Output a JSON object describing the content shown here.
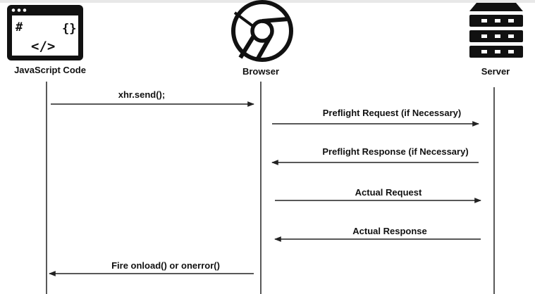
{
  "actors": {
    "js": {
      "label": "JavaScript Code",
      "icon": "code-window-icon"
    },
    "browser": {
      "label": "Browser",
      "icon": "chrome-browser-icon"
    },
    "server": {
      "label": "Server",
      "icon": "server-rack-icon"
    }
  },
  "icon_text": {
    "hash": "#",
    "braces": "{}",
    "tag": "</>"
  },
  "messages": [
    {
      "label": "xhr.send();",
      "from": "js",
      "to": "browser"
    },
    {
      "label": "Preflight Request (if Necessary)",
      "from": "browser",
      "to": "server"
    },
    {
      "label": "Preflight Response (if Necessary)",
      "from": "server",
      "to": "browser"
    },
    {
      "label": "Actual Request",
      "from": "browser",
      "to": "server"
    },
    {
      "label": "Actual Response",
      "from": "server",
      "to": "browser"
    },
    {
      "label": "Fire onload() or onerror()",
      "from": "browser",
      "to": "js"
    }
  ],
  "colors": {
    "ink": "#111111",
    "background": "#ffffff"
  }
}
